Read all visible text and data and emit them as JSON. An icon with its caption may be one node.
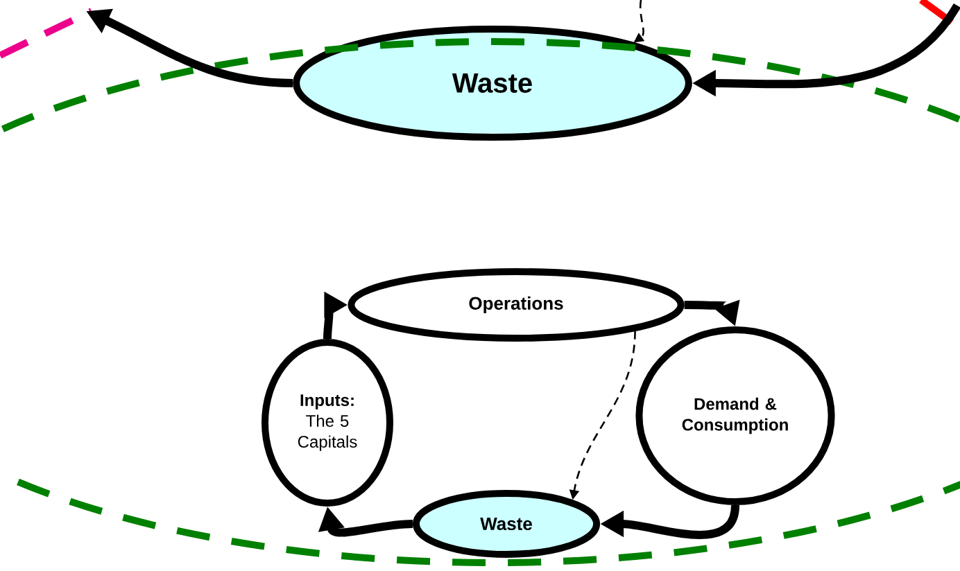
{
  "diagram": {
    "nodes": [
      {
        "text": [
          "Waste"
        ]
      },
      {
        "text": [],
        "shape": "circle"
      },
      {
        "text": [
          "Operations"
        ],
        "in": 1
      },
      {
        "text": [
          "Demand & Consumption"
        ],
        "in": 1
      },
      {
        "text": [
          "Waste"
        ],
        "in": 1
      },
      {
        "text": [
          "Inputs:",
          "The 5 Capitals"
        ],
        "in": 1
      }
    ],
    "edges": [
      {
        "from": 0,
        "to": null,
        "arrow": "to"
      },
      {
        "from": null,
        "to": 0,
        "arrow": "to"
      },
      {
        "from": null,
        "to": 0,
        "arrow": "to",
        "style": "dashed"
      },
      {
        "from": 5,
        "to": 2,
        "arrow": "to"
      },
      {
        "from": 2,
        "to": 3,
        "arrow": "to"
      },
      {
        "from": 3,
        "to": 4,
        "arrow": "to"
      },
      {
        "from": 4,
        "to": 5,
        "arrow": "to"
      },
      {
        "from": 2,
        "to": 4,
        "arrow": "to",
        "style": "dashed"
      }
    ]
  }
}
